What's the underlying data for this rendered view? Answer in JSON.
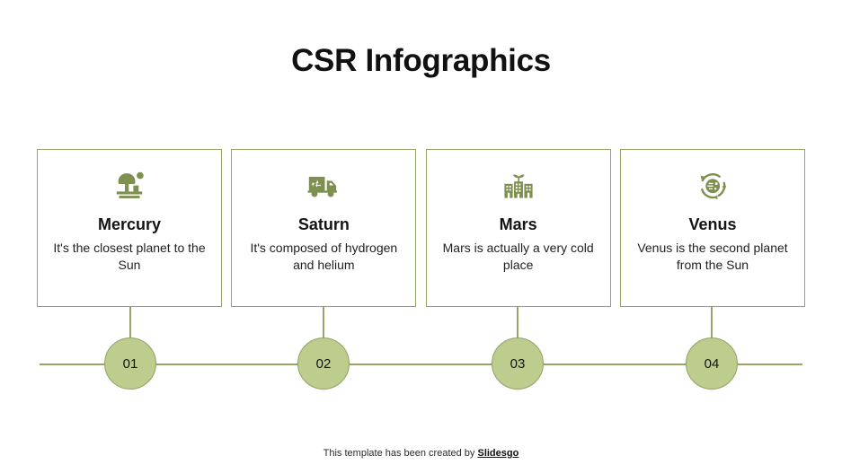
{
  "header": {
    "title": "CSR Infographics"
  },
  "cards": [
    {
      "icon": "tree-park-icon",
      "title": "Mercury",
      "description": "It's the closest planet to the Sun",
      "node_label": "01"
    },
    {
      "icon": "recycling-truck-icon",
      "title": "Saturn",
      "description": "It's composed of hydrogen and helium",
      "node_label": "02"
    },
    {
      "icon": "green-city-buildings-icon",
      "title": "Mars",
      "description": "Mars is actually a very cold place",
      "node_label": "03"
    },
    {
      "icon": "recycle-globe-icon",
      "title": "Venus",
      "description": "Venus is the second planet from the Sun",
      "node_label": "04"
    }
  ],
  "footer": {
    "text": "This template has been created by ",
    "brand": "Slidesgo"
  },
  "colors": {
    "accent_border": "#93a667",
    "node_fill": "#bdcd8e",
    "node_border": "#8fa263",
    "icon": "#7d9050",
    "title_text": "#111111",
    "body_text": "#1f1f1f",
    "background": "#ffffff"
  }
}
